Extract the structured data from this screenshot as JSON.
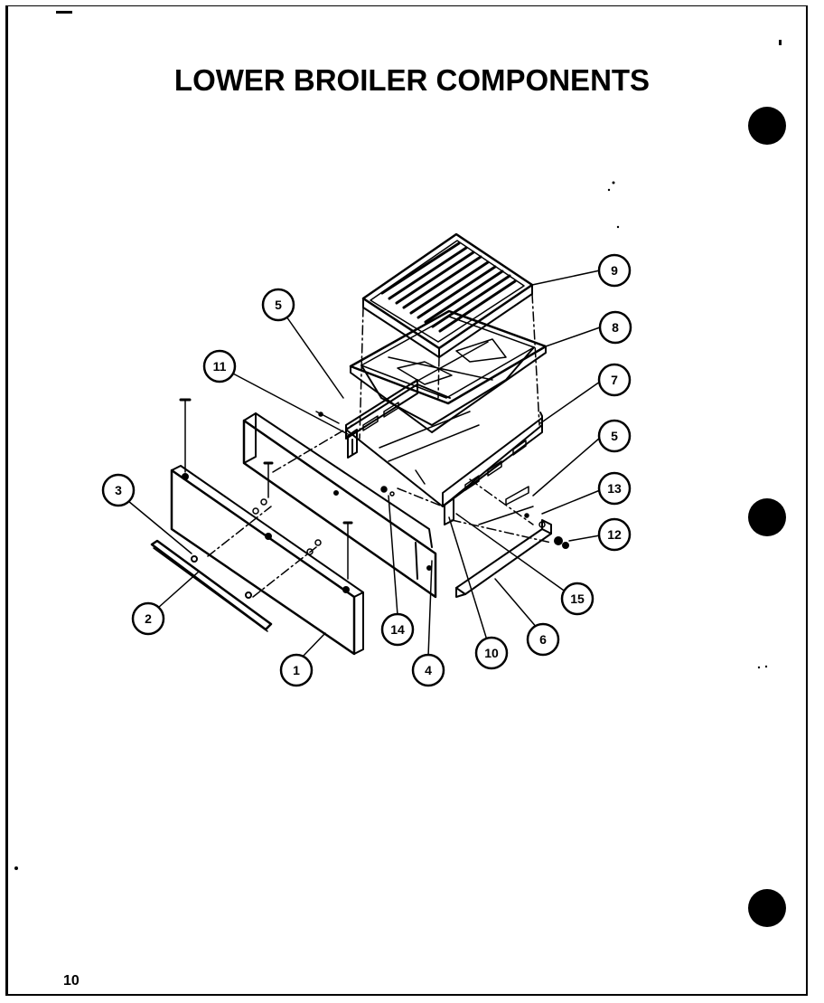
{
  "page": {
    "title": "LOWER BROILER COMPONENTS",
    "page_number": "10"
  },
  "diagram": {
    "callouts": [
      {
        "label": "1"
      },
      {
        "label": "2"
      },
      {
        "label": "3"
      },
      {
        "label": "4"
      },
      {
        "label": "5"
      },
      {
        "label": "5"
      },
      {
        "label": "6"
      },
      {
        "label": "7"
      },
      {
        "label": "8"
      },
      {
        "label": "9"
      },
      {
        "label": "10"
      },
      {
        "label": "11"
      },
      {
        "label": "12"
      },
      {
        "label": "13"
      },
      {
        "label": "14"
      },
      {
        "label": "15"
      }
    ]
  },
  "colors": {
    "ink": "#000000",
    "paper": "#ffffff"
  }
}
